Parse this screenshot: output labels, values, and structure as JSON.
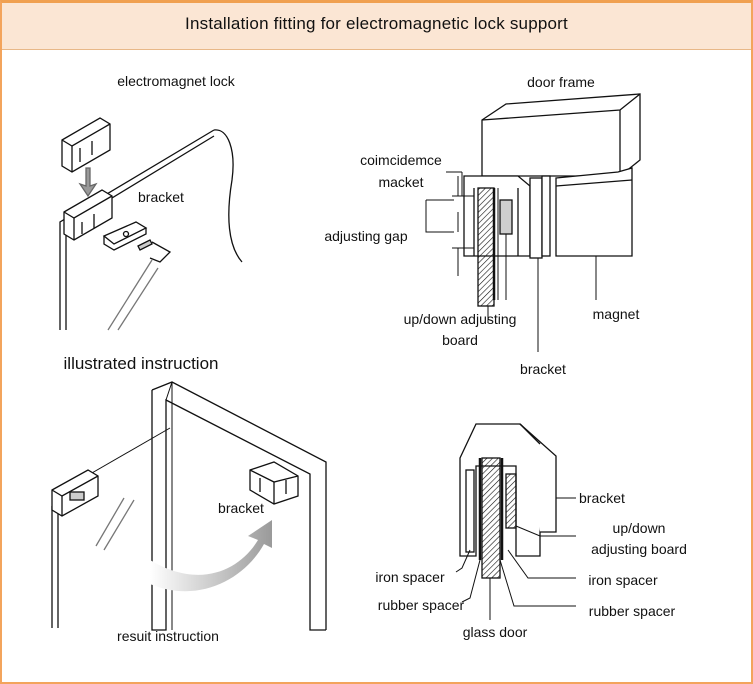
{
  "header": {
    "title": "Installation fitting for electromagnetic lock support"
  },
  "top_left": {
    "lock_label": "electromagnet lock",
    "bracket_label": "bracket",
    "section_label": "illustrated instruction"
  },
  "top_right": {
    "door_frame_label": "door frame",
    "coincidence_line1": "coimcidemce",
    "coincidence_line2": "macket",
    "adjusting_gap_label": "adjusting gap",
    "updown_board_line1": "up/down adjusting",
    "updown_board_line2": "board",
    "bracket_label": "bracket",
    "magnet_label": "magnet"
  },
  "bottom_left": {
    "bracket_label": "bracket",
    "section_label": "resuit instruction"
  },
  "bottom_right": {
    "bracket_label": "bracket",
    "updown_line1": "up/down",
    "updown_line2": "adjusting board",
    "iron_spacer_left": "iron spacer",
    "iron_spacer_right": "iron spacer",
    "rubber_spacer_left": "rubber spacer",
    "rubber_spacer_right": "rubber spacer",
    "glass_door_label": "glass door"
  },
  "colors": {
    "accent_border": "#f3a45c",
    "header_bg": "#fbe6d4",
    "line": "#111111",
    "shade": "#bcbcbc"
  }
}
